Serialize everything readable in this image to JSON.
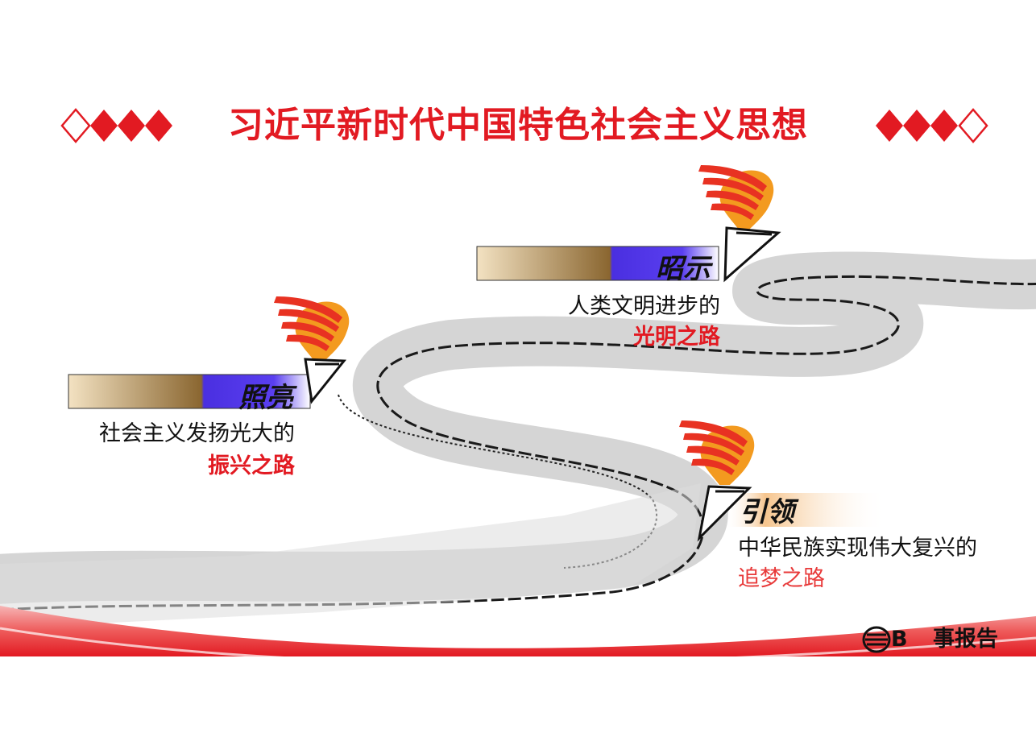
{
  "title": "习近平新时代中国特色社会主义思想",
  "colors": {
    "accent_red": "#e21a22",
    "bar_brown": "#8a6630",
    "bar_purple": "#4a2fe0",
    "road_gray": "#d4d4d4",
    "flame_orange": "#f08a1a"
  },
  "icons": [
    "diamond-icon",
    "torch-icon",
    "logo-icon"
  ],
  "milestones": [
    {
      "label": "照亮",
      "line1": "社会主义发扬光大的",
      "line2": "振兴之路"
    },
    {
      "label": "昭示",
      "line1": "人类文明进步的",
      "line2": "光明之路"
    },
    {
      "label": "引领",
      "line1": "中华民族实现伟大复兴的",
      "line2": "追梦之路"
    }
  ],
  "footer": {
    "letter": "B",
    "text": "事报告"
  }
}
